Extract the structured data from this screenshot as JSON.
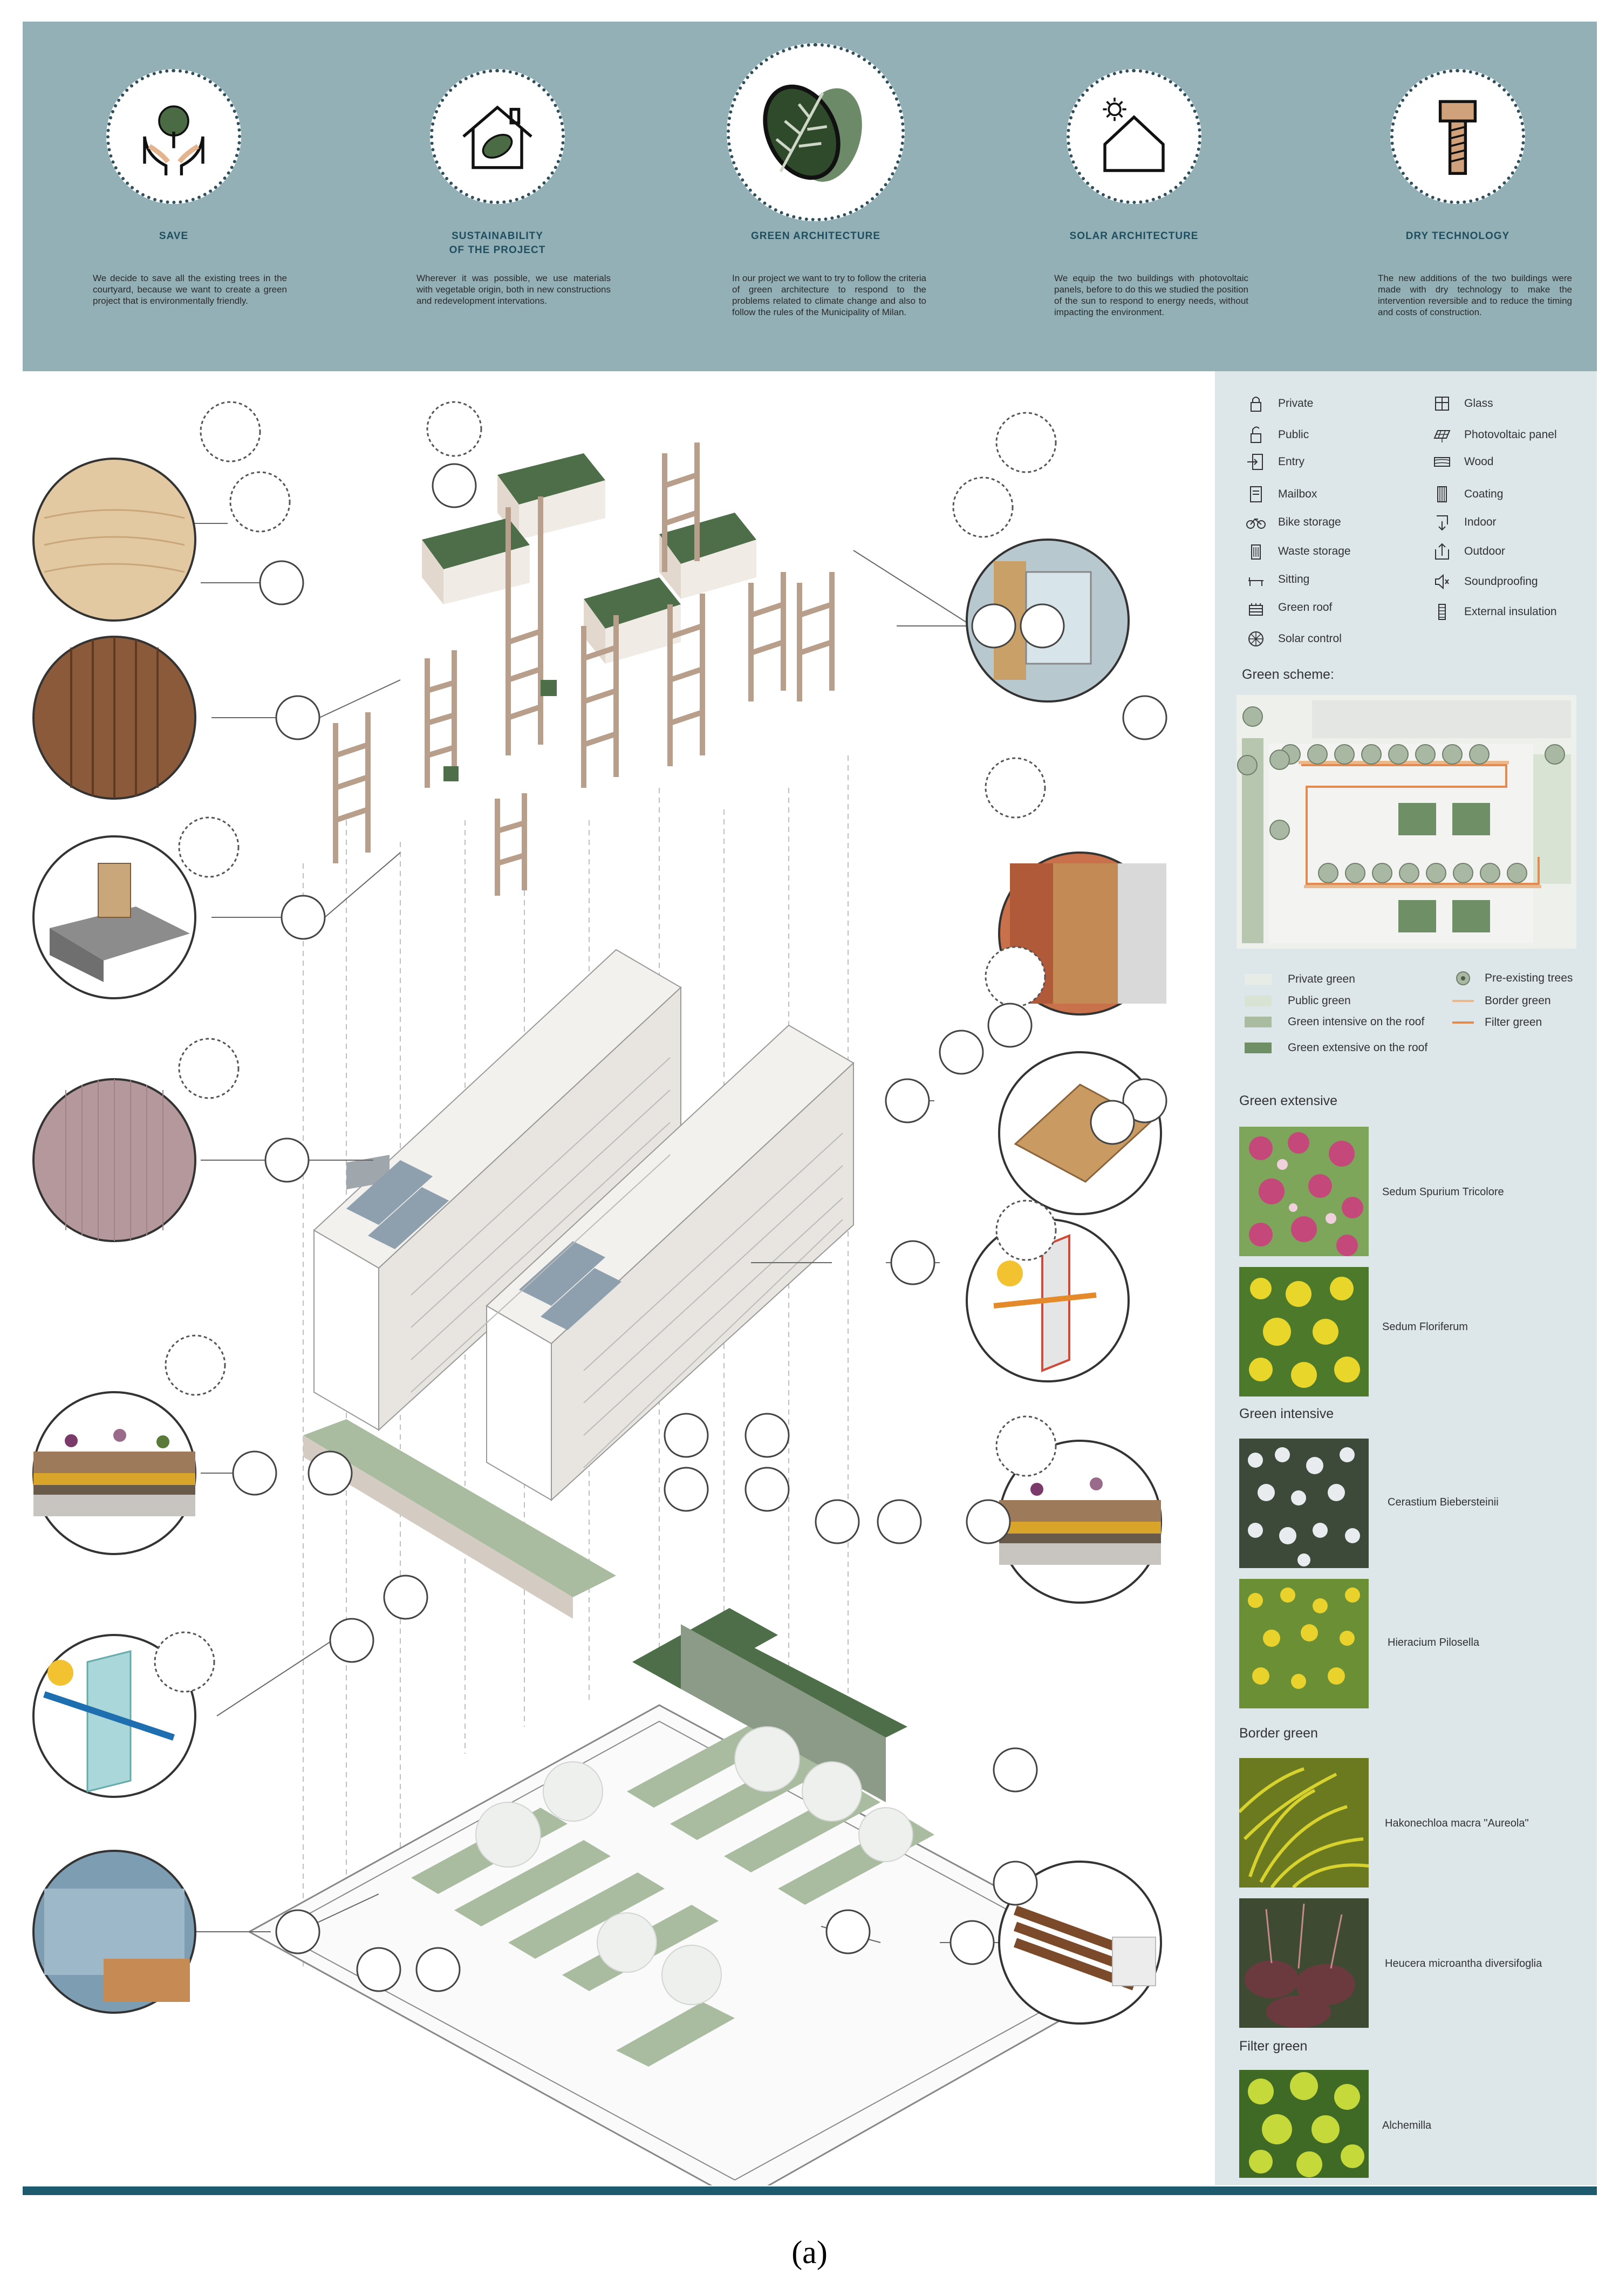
{
  "principles": [
    {
      "title": "SAVE",
      "text": "We decide to save all the existing trees in the courtyard, because we want to create a green project that is environmentally friendly.",
      "icon": "hands-tree-icon"
    },
    {
      "title": "SUSTAINABILITY\nOF THE PROJECT",
      "text": "Wherever it was possible, we use materials with vegetable origin, both in new constructions and redevelopment intervations.",
      "icon": "house-leaf-icon"
    },
    {
      "title": "GREEN ARCHITECTURE",
      "text": "In our project we want to try to follow the criteria of green architecture to respond to the problems related to climate change and also to follow the rules of the Municipality of Milan.",
      "icon": "leaves-icon"
    },
    {
      "title": "SOLAR ARCHITECTURE",
      "text": "We equip the two buildings with photovoltaic panels, before to do this we studied the position of the sun to respond to energy needs, without impacting the environment.",
      "icon": "sun-house-icon"
    },
    {
      "title": "DRY TECHNOLOGY",
      "text": "The new additions of the two buildings were made with dry technology to make the intervention reversible and to reduce the timing and costs of construction.",
      "icon": "bolt-icon"
    }
  ],
  "legend": {
    "left": [
      {
        "label": "Private",
        "icon": "lock-icon"
      },
      {
        "label": "Public",
        "icon": "unlock-icon"
      },
      {
        "label": "Entry",
        "icon": "entry-icon"
      },
      {
        "label": "Mailbox",
        "icon": "mailbox-icon"
      },
      {
        "label": "Bike storage",
        "icon": "bike-icon"
      },
      {
        "label": "Waste storage",
        "icon": "waste-bin-icon"
      },
      {
        "label": "Sitting",
        "icon": "bench-icon"
      },
      {
        "label": "Green roof",
        "icon": "green-roof-icon"
      },
      {
        "label": "Solar control",
        "icon": "solar-control-icon"
      }
    ],
    "right": [
      {
        "label": "Glass",
        "icon": "glass-window-icon"
      },
      {
        "label": "Photovoltaic panel",
        "icon": "photovoltaic-panel-icon"
      },
      {
        "label": "Wood",
        "icon": "wood-icon"
      },
      {
        "label": "Coating",
        "icon": "coating-icon"
      },
      {
        "label": "Indoor",
        "icon": "indoor-icon"
      },
      {
        "label": "Outdoor",
        "icon": "outdoor-icon"
      },
      {
        "label": "Soundproofing",
        "icon": "soundproofing-icon"
      },
      {
        "label": "External insulation",
        "icon": "external-insulation-icon"
      }
    ]
  },
  "green_scheme": {
    "title": "Green scheme:",
    "legend_left": [
      {
        "label": "Private green",
        "color": "#e8ece6"
      },
      {
        "label": "Public green",
        "color": "#d9e3d3"
      },
      {
        "label": "Green intensive on the roof",
        "color": "#a9bca0"
      },
      {
        "label": "Green extensive on the roof",
        "color": "#6f8f67"
      }
    ],
    "legend_right": [
      {
        "label": "Pre-existing trees",
        "icon": "tree-dot-icon"
      },
      {
        "label": "Border green",
        "color": "#e9b98d"
      },
      {
        "label": "Filter green",
        "color": "#e58a4f"
      }
    ]
  },
  "plants": [
    {
      "section": "Green extensive",
      "items": [
        {
          "label": "Sedum Spurium Tricolore",
          "color": "#c4487a",
          "accent": "#7da65a"
        },
        {
          "label": "Sedum Floriferum",
          "color": "#e9d62a",
          "accent": "#4d7a2a"
        }
      ]
    },
    {
      "section": "Green intensive",
      "items": [
        {
          "label": "Cerastium Biebersteinii",
          "color": "#e9ecef",
          "accent": "#3d4a3a"
        },
        {
          "label": "Hieracium Pilosella",
          "color": "#e8d22b",
          "accent": "#6a8f34"
        }
      ]
    },
    {
      "section": "Border green",
      "items": [
        {
          "label": "Hakonechloa macra \"Aureola\"",
          "color": "#d8d22f",
          "accent": "#6b7a1e"
        },
        {
          "label": "Heucera microantha diversifoglia",
          "color": "#6b3a3e",
          "accent": "#3f4a33"
        }
      ]
    },
    {
      "section": "Filter green",
      "items": [
        {
          "label": "Alchemilla",
          "color": "#c6d93a",
          "accent": "#3f6a25"
        }
      ]
    }
  ],
  "caption": "(a)",
  "colors": {
    "banner": "#93b0b7",
    "panel": "#dde6e8",
    "title": "#1f4e5f",
    "bar": "#1d5a6e",
    "roof": "#4e6e49",
    "facade": "#e9ded3",
    "ground": "#a9bca0"
  }
}
